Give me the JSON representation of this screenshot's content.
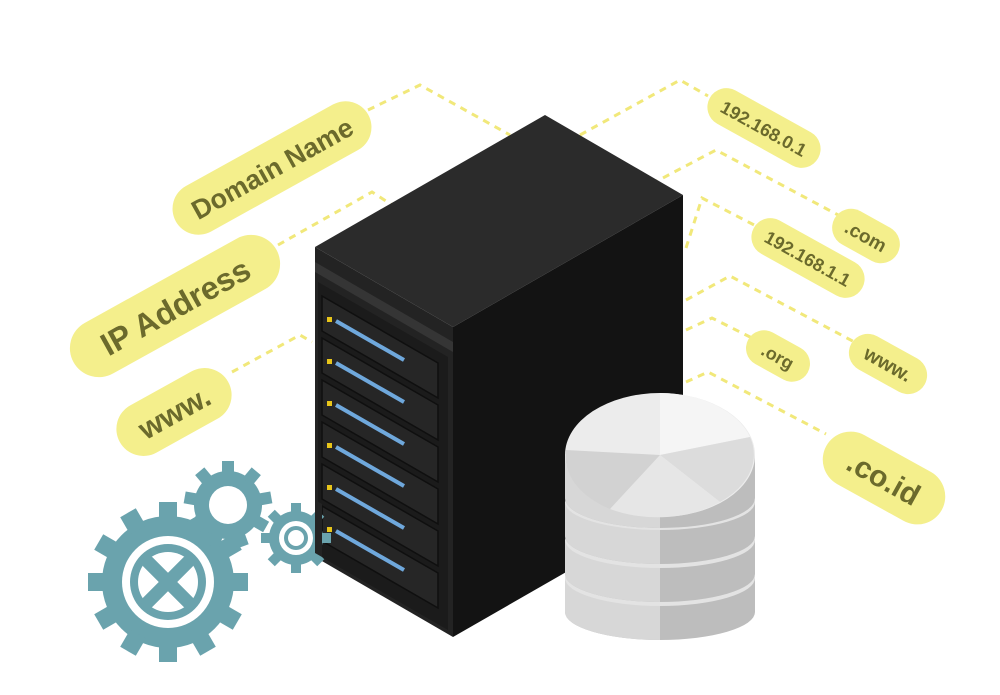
{
  "colors": {
    "tag_fill": "#f4ef8c",
    "tag_text": "#6b6a2c",
    "dash": "#f1e87a",
    "server_front": "#232323",
    "server_side": "#161616",
    "server_top": "#2b2b2b",
    "drive_bar": "#6fa8dc",
    "drive_led": "#e8c51a",
    "gear": "#6aa3ad",
    "db_light": "#e6e6e6",
    "db_mid": "#cfcfcf",
    "db_dark": "#a8a8a8"
  },
  "left_labels": {
    "domain_name": "Domain Name",
    "ip_address": "IP Address",
    "www": "www."
  },
  "right_labels": {
    "ip_1": "192.168.0.1",
    "com": ".com",
    "ip_2": "192.168.1.1",
    "www": "www.",
    "org": ".org",
    "coid": ".co.id"
  },
  "icons": {
    "server": "server-tower-icon",
    "database": "database-stack-icon",
    "gears": "gear-icon"
  }
}
